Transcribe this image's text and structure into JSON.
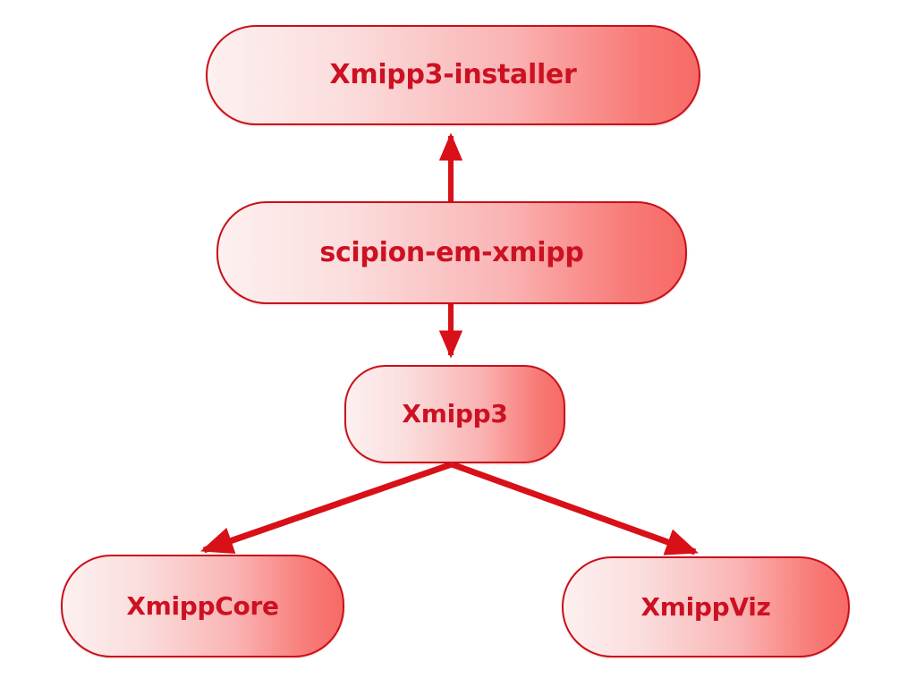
{
  "diagram": {
    "type": "dependency-graph",
    "background_color": "#ffffff",
    "node_border_color": "#c8101a",
    "node_gradient_start": "#fdf0f0",
    "node_gradient_end": "#f76a66",
    "node_text_color": "#cc1122",
    "edge_color": "#d81018",
    "nodes": [
      {
        "id": "installer",
        "label": "Xmipp3-installer"
      },
      {
        "id": "scipion",
        "label": "scipion-em-xmipp"
      },
      {
        "id": "xmipp3",
        "label": "Xmipp3"
      },
      {
        "id": "xmippcore",
        "label": "XmippCore"
      },
      {
        "id": "xmippviz",
        "label": "XmippViz"
      }
    ],
    "edges": [
      {
        "from": "scipion",
        "to": "installer",
        "direction": "up"
      },
      {
        "from": "scipion",
        "to": "xmipp3",
        "direction": "down"
      },
      {
        "from": "xmipp3",
        "to": "xmippcore",
        "direction": "down-left"
      },
      {
        "from": "xmipp3",
        "to": "xmippviz",
        "direction": "down-right"
      }
    ]
  }
}
